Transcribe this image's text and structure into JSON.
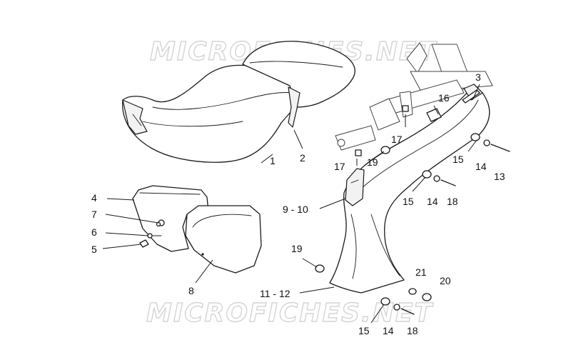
{
  "watermarks": [
    "MICROFICHES.NET",
    "MICROFICHES.NET"
  ],
  "callouts": [
    {
      "id": "c1",
      "label": "1"
    },
    {
      "id": "c2",
      "label": "2"
    },
    {
      "id": "c3",
      "label": "3"
    },
    {
      "id": "c4",
      "label": "4"
    },
    {
      "id": "c5",
      "label": "5"
    },
    {
      "id": "c6",
      "label": "6"
    },
    {
      "id": "c7",
      "label": "7"
    },
    {
      "id": "c8",
      "label": "8"
    },
    {
      "id": "c9_10",
      "label": "9 - 10"
    },
    {
      "id": "c11_12",
      "label": "11 - 12"
    },
    {
      "id": "c13",
      "label": "13"
    },
    {
      "id": "c14a",
      "label": "14"
    },
    {
      "id": "c14b",
      "label": "14"
    },
    {
      "id": "c14c",
      "label": "14"
    },
    {
      "id": "c15a",
      "label": "15"
    },
    {
      "id": "c15b",
      "label": "15"
    },
    {
      "id": "c15c",
      "label": "15"
    },
    {
      "id": "c16",
      "label": "16"
    },
    {
      "id": "c17a",
      "label": "17"
    },
    {
      "id": "c17b",
      "label": "17"
    },
    {
      "id": "c18a",
      "label": "18"
    },
    {
      "id": "c18b",
      "label": "18"
    },
    {
      "id": "c19a",
      "label": "19"
    },
    {
      "id": "c19b",
      "label": "19"
    },
    {
      "id": "c20",
      "label": "20"
    },
    {
      "id": "c21",
      "label": "21"
    }
  ]
}
